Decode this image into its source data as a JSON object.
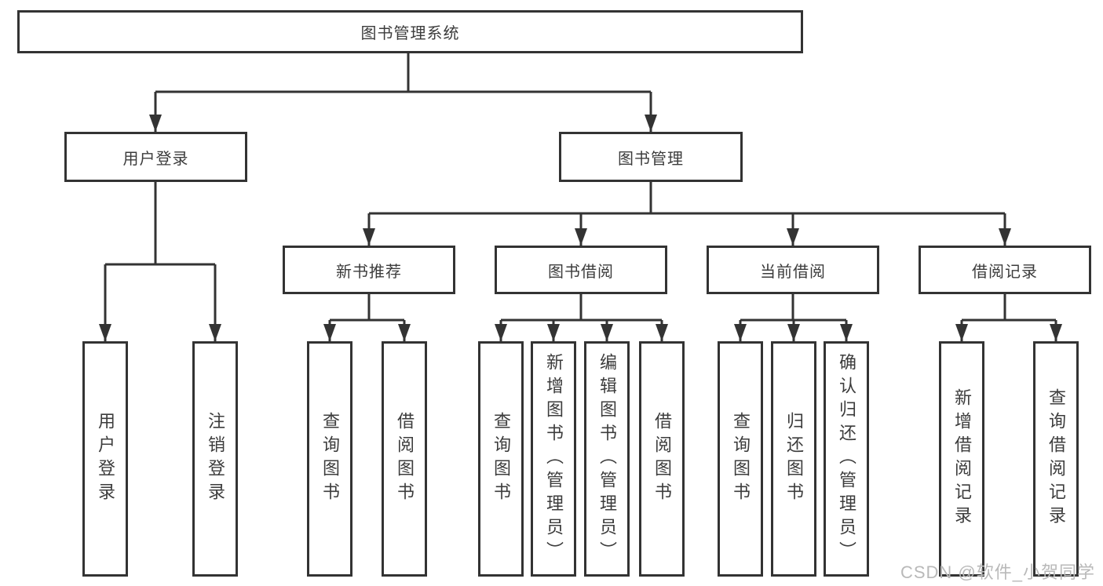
{
  "diagram": {
    "root": {
      "label": "图书管理系统"
    },
    "level2": [
      {
        "label": "用户登录"
      },
      {
        "label": "图书管理"
      }
    ],
    "level3": [
      {
        "label": "新书推荐"
      },
      {
        "label": "图书借阅"
      },
      {
        "label": "当前借阅"
      },
      {
        "label": "借阅记录"
      }
    ],
    "leaves": {
      "login": [
        "用户登录",
        "注销登录"
      ],
      "newbook": [
        "查询图书",
        "借阅图书"
      ],
      "borrow": [
        "查询图书",
        "新增图书（管理员）",
        "编辑图书（管理员）",
        "借阅图书"
      ],
      "current": [
        "查询图书",
        "归还图书",
        "确认归还（管理员）"
      ],
      "records": [
        "新增借阅记录",
        "查询借阅记录"
      ]
    },
    "hierarchy": {
      "图书管理系统": [
        "用户登录",
        "图书管理"
      ],
      "用户登录": [
        "用户登录",
        "注销登录"
      ],
      "图书管理": [
        "新书推荐",
        "图书借阅",
        "当前借阅",
        "借阅记录"
      ],
      "新书推荐": [
        "查询图书",
        "借阅图书"
      ],
      "图书借阅": [
        "查询图书",
        "新增图书（管理员）",
        "编辑图书（管理员）",
        "借阅图书"
      ],
      "当前借阅": [
        "查询图书",
        "归还图书",
        "确认归还（管理员）"
      ],
      "借阅记录": [
        "新增借阅记录",
        "查询借阅记录"
      ]
    }
  },
  "watermark": {
    "text": "CSDN @软件_小贺同学"
  },
  "colors": {
    "line": "#333333",
    "box_border": "#333333",
    "box_fill": "#ffffff",
    "text": "#3c3c3c",
    "watermark": "#b9b9b9"
  }
}
